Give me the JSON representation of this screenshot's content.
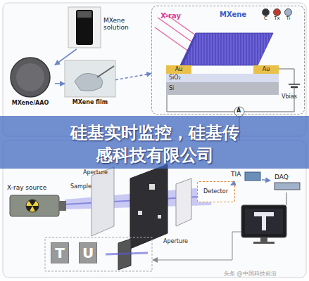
{
  "diagram": {
    "nodes": [
      {
        "text": [
          "MXene solution"
        ]
      },
      {
        "text": [
          "X-ray",
          "MXene"
        ]
      },
      {
        "text": [
          "Au"
        ],
        "in": 1
      },
      {
        "text": [
          "Au"
        ],
        "in": 1
      },
      {
        "text": [
          "SiO₂"
        ],
        "in": 1
      },
      {
        "text": [
          "Si"
        ],
        "in": 1
      },
      {
        "text": [
          "MXene/AAO"
        ]
      },
      {
        "text": [
          "MXene film"
        ]
      },
      {
        "text": [
          "硅基实时监控，硅基传感科技有限公司"
        ]
      },
      {
        "text": [
          "TIA"
        ]
      },
      {
        "text": [
          "X-ray source"
        ]
      },
      {
        "text": [
          "Detector"
        ]
      },
      {
        "text": [
          "DAQ"
        ]
      },
      {
        "text": [
          "T"
        ]
      },
      {
        "text": [
          "U"
        ]
      }
    ],
    "edges": [
      {
        "from": 0,
        "to": 6,
        "arrow": "to"
      },
      {
        "from": 6,
        "to": 7,
        "arrow": "to"
      },
      {
        "from": 7,
        "to": 1,
        "arrow": "to"
      },
      {
        "from": 11,
        "to": 9,
        "arrow": "to"
      },
      {
        "from": 9,
        "to": 12,
        "arrow": "to"
      }
    ],
    "labels": [
      "A",
      "Vbias",
      "Aperture",
      "Sample",
      "Aperture",
      "头条 @中国科技前沿"
    ],
    "legend": [
      {
        "text": "C",
        "color": "#333333"
      },
      {
        "text": "Tx",
        "color": "#c0392b"
      },
      {
        "text": "Ti",
        "color": "#9fb0cc"
      }
    ]
  }
}
